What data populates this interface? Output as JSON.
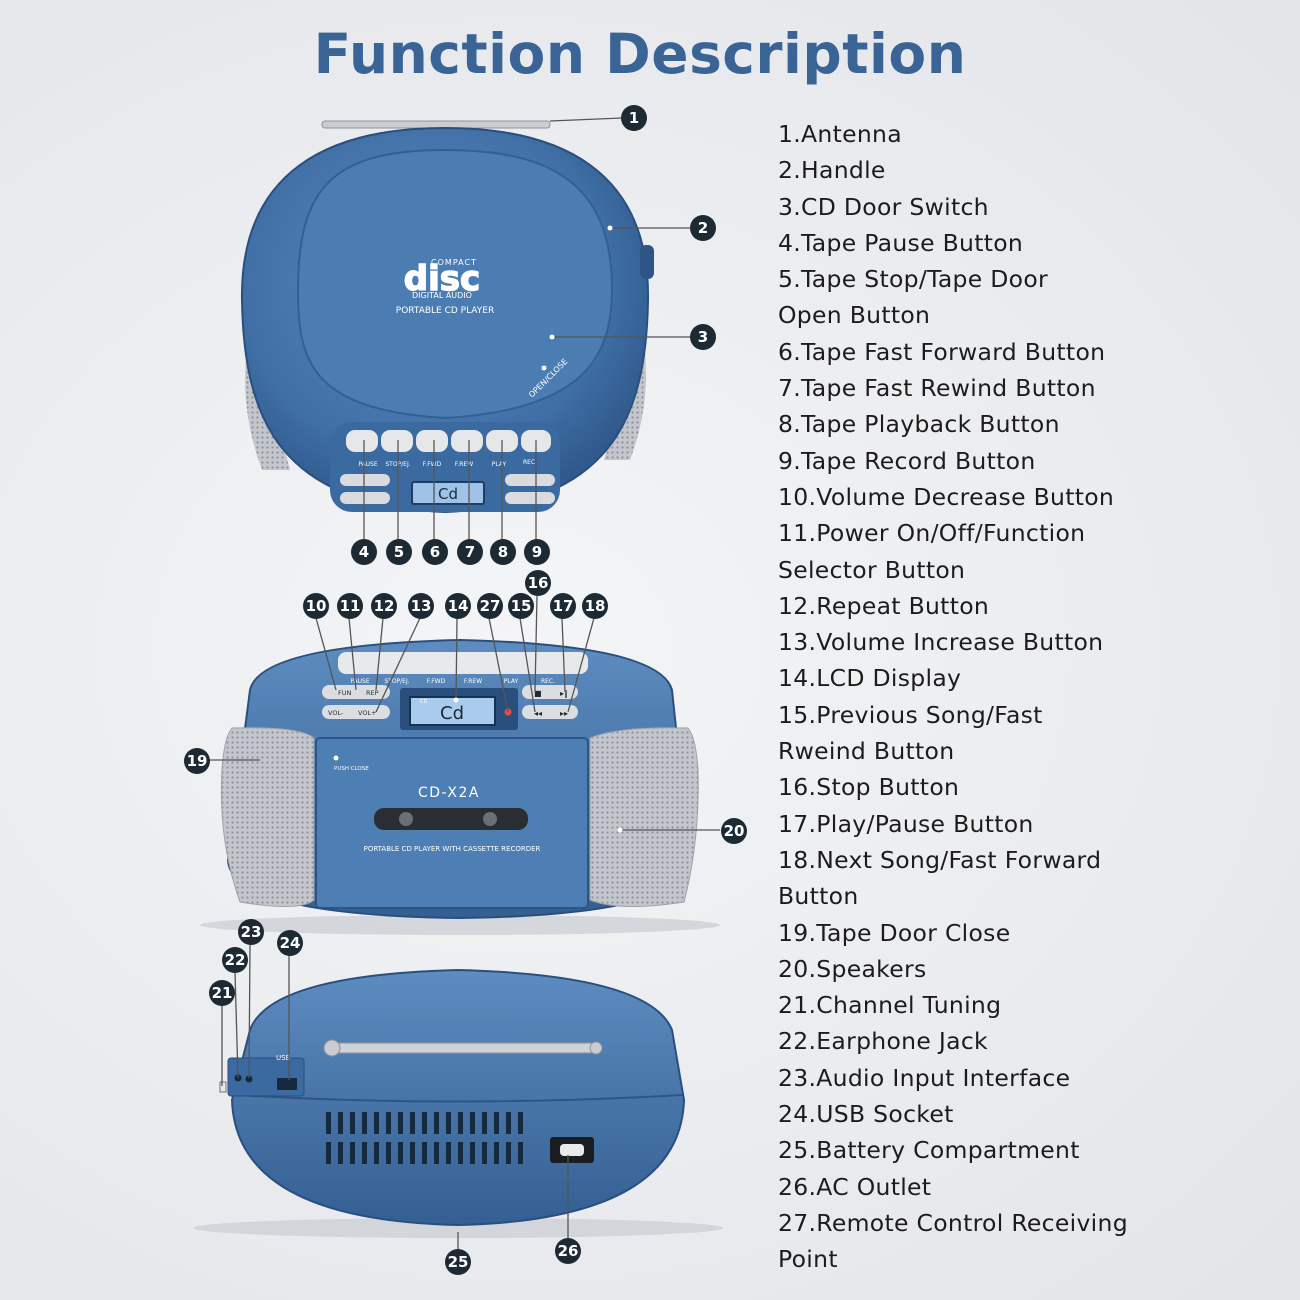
{
  "title": "Function Description",
  "legend": [
    "1.Antenna",
    "2.Handle",
    "3.CD Door Switch",
    "4.Tape Pause Button",
    "5.Tape Stop/Tape Door",
    "Open Button",
    "6.Tape Fast Forward Button",
    "7.Tape Fast Rewind Button",
    "8.Tape Playback Button",
    "9.Tape Record Button",
    "10.Volume Decrease Button",
    "11.Power On/Off/Function",
    "Selector Button",
    "12.Repeat Button",
    "13.Volume Increase Button",
    "14.LCD Display",
    "15.Previous Song/Fast",
    "Rweind Button",
    "16.Stop Button",
    "17.Play/Pause Button",
    "18.Next Song/Fast Forward",
    "Button",
    "19.Tape Door Close",
    "20.Speakers",
    "21.Channel Tuning",
    "22.Earphone Jack",
    "23.Audio Input Interface",
    "24.USB Socket",
    "25.Battery Compartment",
    "26.AC Outlet",
    "27.Remote Control Receiving",
    "Point"
  ],
  "top_view": {
    "logo_small": "COMPACT",
    "logo_big": "disc",
    "logo_sub": "DIGITAL AUDIO",
    "caption": "PORTABLE CD PLAYER",
    "open_close": "OPEN/CLOSE",
    "lcd": "Cd",
    "button_labels": [
      "PAUSE",
      "STOP/EJ.",
      "F.FWD",
      "F.REW",
      "PLAY",
      "REC."
    ]
  },
  "front_view": {
    "model": "CD-X2A",
    "push_close": "PUSH CLOSE",
    "cassette_caption": "PORTABLE CD PLAYER WITH  CASSETTE  RECORDER",
    "lcd": "Cd",
    "lcd_tag": "CD",
    "button_labels": [
      "PAUSE",
      "STOP/EJ.",
      "F.FWD",
      "F.REW",
      "PLAY",
      "REC."
    ],
    "left_buttons": [
      "FUN",
      "REP",
      "VOL-",
      "VOL+"
    ]
  },
  "back_view": {
    "port_label": "USB"
  },
  "callouts": [
    "1",
    "2",
    "3",
    "4",
    "5",
    "6",
    "7",
    "8",
    "9",
    "10",
    "11",
    "12",
    "13",
    "14",
    "27",
    "15",
    "16",
    "17",
    "18",
    "19",
    "20",
    "21",
    "22",
    "23",
    "24",
    "25",
    "26"
  ],
  "colors": {
    "title": "#3a6496",
    "device_blue": "#4a79ad",
    "device_dark": "#2f5a8c",
    "callout": "#1d2a33",
    "grille": "#b9bcc2"
  }
}
